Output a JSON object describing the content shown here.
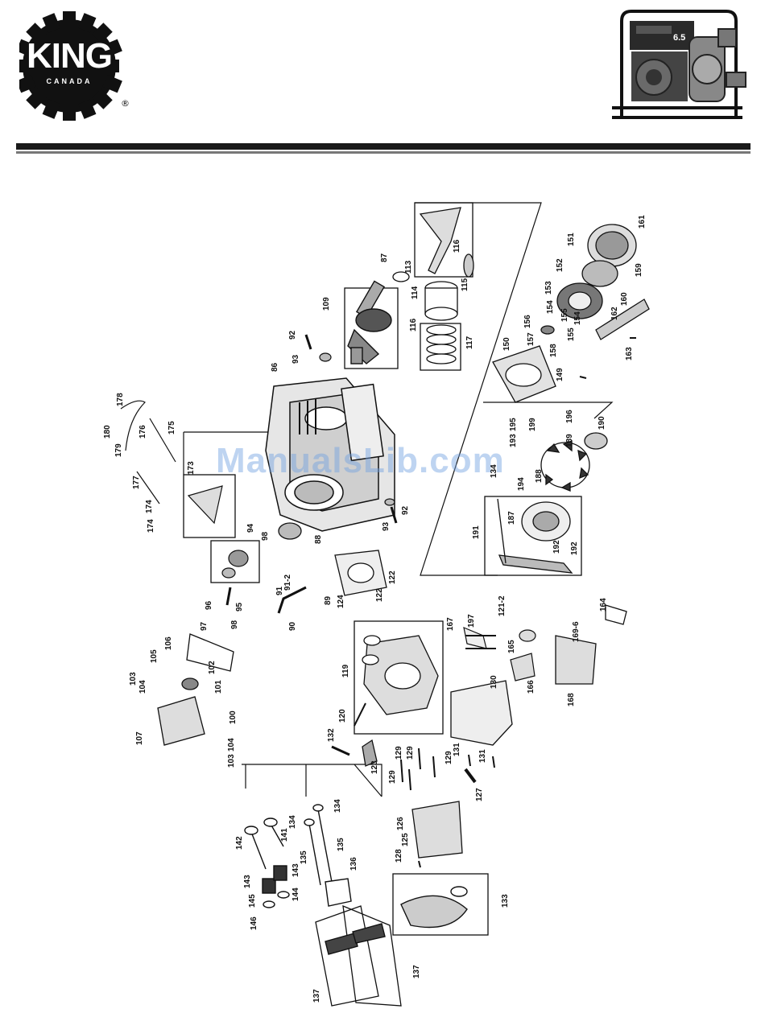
{
  "brand": {
    "name": "KING",
    "sub": "CANADA",
    "reg": "®"
  },
  "product_label": "6.5",
  "watermark": "ManualsLib.com",
  "colors": {
    "rule": "#1a1a1a",
    "ink": "#111111",
    "watermark": "#6ea0e1"
  },
  "parts": {
    "p178": "178",
    "p180": "180",
    "p179": "179",
    "p176": "176",
    "p175": "175",
    "p173": "173",
    "p177": "177",
    "p174a": "174",
    "p174b": "174",
    "p94": "94",
    "p98a": "98",
    "p88": "88",
    "p86": "86",
    "p92a": "92",
    "p93a": "93",
    "p109": "109",
    "p87": "87",
    "p113": "113",
    "p114": "114",
    "p116a": "116",
    "p116b": "116",
    "p115": "115",
    "p117": "117",
    "p93b": "93",
    "p92b": "92",
    "p96": "96",
    "p95": "95",
    "p97": "97",
    "p98b": "98",
    "p91": "91",
    "p91_2": "91-2",
    "p90": "90",
    "p89": "89",
    "p124": "124",
    "p122a": "122",
    "p122b": "122",
    "p106": "106",
    "p105": "105",
    "p102": "102",
    "p101": "101",
    "p103a": "103",
    "p104a": "104",
    "p100": "100",
    "p107": "107",
    "p104b": "104",
    "p103b": "103",
    "p119": "119",
    "p120": "120",
    "p132": "132",
    "p123": "123",
    "p197": "197",
    "p121_2": "121-2",
    "p167": "167",
    "p165": "165",
    "p166": "166",
    "p130": "130",
    "p131a": "131",
    "p131b": "131",
    "p129a": "129",
    "p129b": "129",
    "p129c": "129",
    "p129d": "129",
    "p127": "127",
    "p126": "126",
    "p125": "125",
    "p128": "128",
    "p142": "142",
    "p141": "141",
    "p134a": "134",
    "p134b": "134",
    "p135a": "135",
    "p135b": "135",
    "p143a": "143",
    "p143b": "143",
    "p145": "145",
    "p144": "144",
    "p146": "146",
    "p136": "136",
    "p133": "133",
    "p137a": "137",
    "p137b": "137",
    "p161": "161",
    "p151": "151",
    "p152": "152",
    "p159": "159",
    "p153": "153",
    "p160": "160",
    "p154": "154",
    "p155": "155",
    "p156": "156",
    "p162": "162",
    "p154b": "154",
    "p155b": "155",
    "p157": "157",
    "p158": "158",
    "p163": "163",
    "p150": "150",
    "p149": "149",
    "p196": "196",
    "p190": "190",
    "p195": "195",
    "p199": "199",
    "p193": "193",
    "p189": "189",
    "p134c": "134",
    "p194": "194",
    "p188": "188",
    "p191": "191",
    "p187": "187",
    "p192a": "192",
    "p192b": "192",
    "p164": "164",
    "p169_6": "169-6",
    "p168": "168"
  }
}
